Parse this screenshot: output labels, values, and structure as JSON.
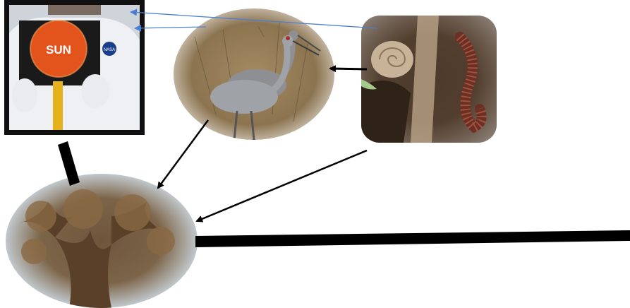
{
  "nodes": {
    "sun": {
      "label": "SUN",
      "badge": "NASA"
    },
    "crane": {},
    "decomposers": {},
    "tree": {}
  },
  "colors": {
    "arrow_black": "#000000",
    "arrow_blue": "#4a7fd4",
    "frame_dark": "#101010",
    "sun_orange": "#e2541c"
  },
  "icons": [
    "sun-photo",
    "crane-photo",
    "snail-millipede-photo",
    "juniper-tree-photo"
  ]
}
